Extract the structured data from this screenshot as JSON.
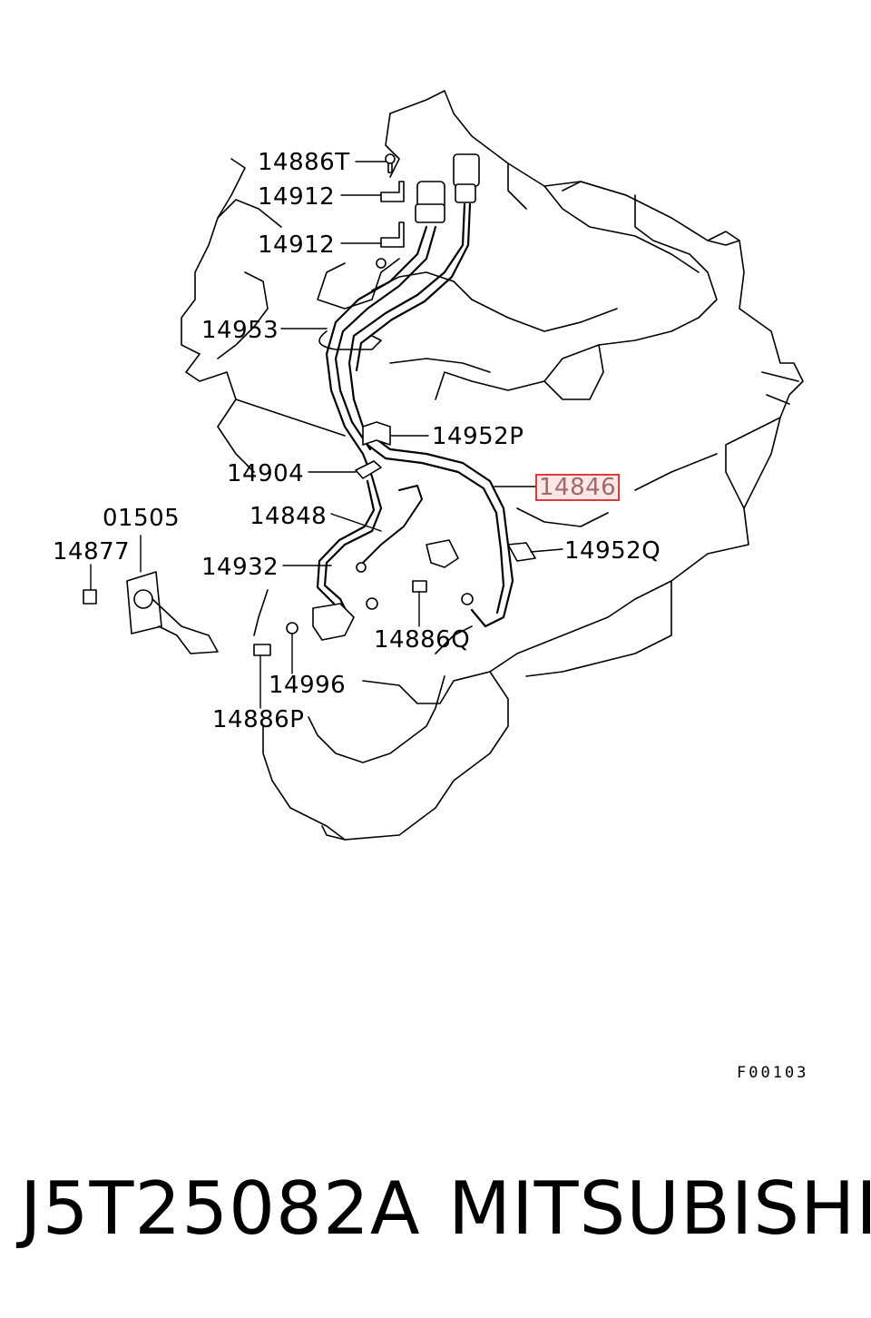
{
  "parts": {
    "p14886T": "14886T",
    "p14912a": "14912",
    "p14912b": "14912",
    "p14953": "14953",
    "p14952P": "14952P",
    "p14904": "14904",
    "p14846": "14846",
    "p14848": "14848",
    "p01505": "01505",
    "p14877": "14877",
    "p14932": "14932",
    "p14952Q": "14952Q",
    "p14886Q": "14886Q",
    "p14996": "14996",
    "p14886P": "14886P"
  },
  "highlighted_part": "14846",
  "highlight_color": "#e03a3a",
  "figure_code": "F00103",
  "footer": {
    "part_number": "J5T25082A",
    "brand": "MITSUBISHI"
  }
}
